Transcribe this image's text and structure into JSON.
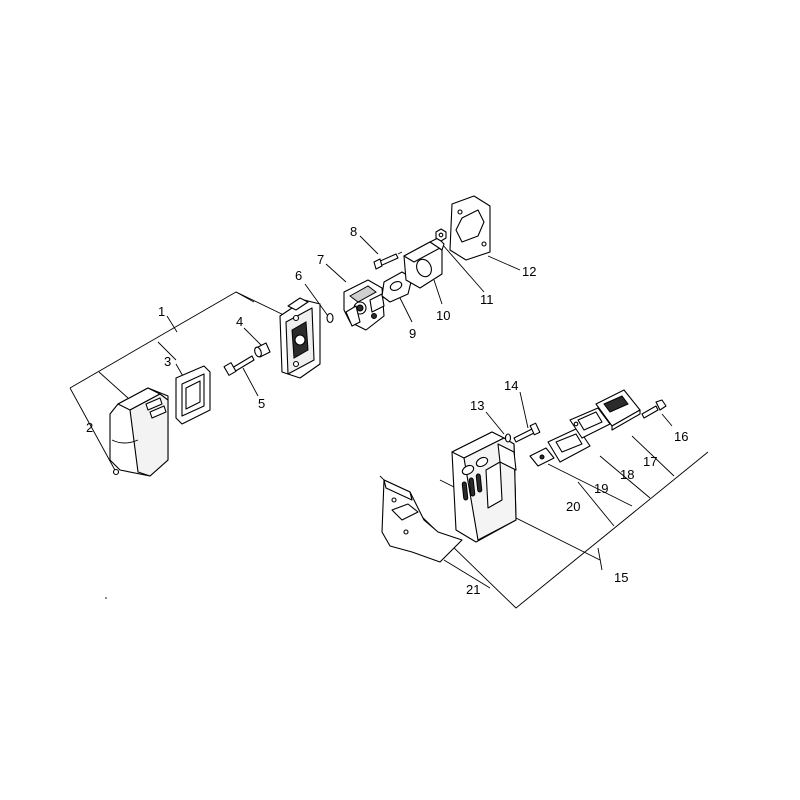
{
  "diagram": {
    "part_numbers": {
      "p1": "1",
      "p2": "2",
      "p3": "3",
      "p4": "4",
      "p5": "5",
      "p6": "6",
      "p7": "7",
      "p8": "8",
      "p9": "9",
      "p10": "10",
      "p11": "11",
      "p12": "12",
      "p13": "13",
      "p14": "14",
      "p15": "15",
      "p16": "16",
      "p17": "17",
      "p18": "18",
      "p19": "19",
      "p20": "20",
      "p21": "21"
    }
  }
}
